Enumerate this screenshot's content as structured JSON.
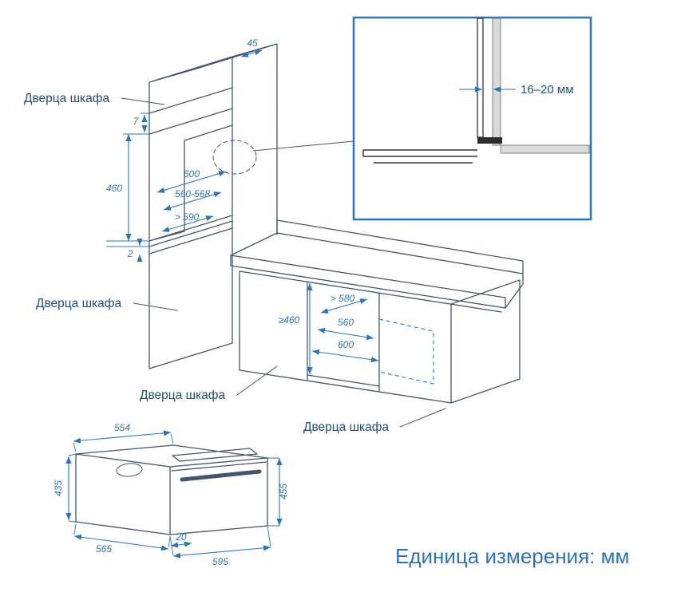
{
  "main_drawing": {
    "door_labels": {
      "top": "Дверца шкафа",
      "tall_lower": "Дверца шкафа",
      "base_left": "Дверца шкафа",
      "base_right": "Дверца шкафа"
    },
    "tall_niche": {
      "top_setback": "45",
      "top_clearance": "7",
      "height": "460",
      "width": "600",
      "cutout": "560-568",
      "depth": "> 590",
      "bottom_clearance": "2"
    },
    "base_niche": {
      "depth": "> 580",
      "height": "≥460",
      "cutout": "560",
      "width": "600"
    }
  },
  "detail_inset": {
    "gap": "16–20 мм"
  },
  "appliance": {
    "depth_top": "554",
    "height_side": "435",
    "depth_bottom": "565",
    "bottom_offset": "20",
    "width": "595",
    "height_front": "455"
  },
  "footer": {
    "units_note": "Единица измерения: мм"
  },
  "colors": {
    "drawing_line": "#44546A",
    "dimension_blue": "#2E75B6",
    "label_blue": "#1F4E79",
    "footer_blue": "#2E74B5",
    "inset_border": "#2E75B6"
  }
}
